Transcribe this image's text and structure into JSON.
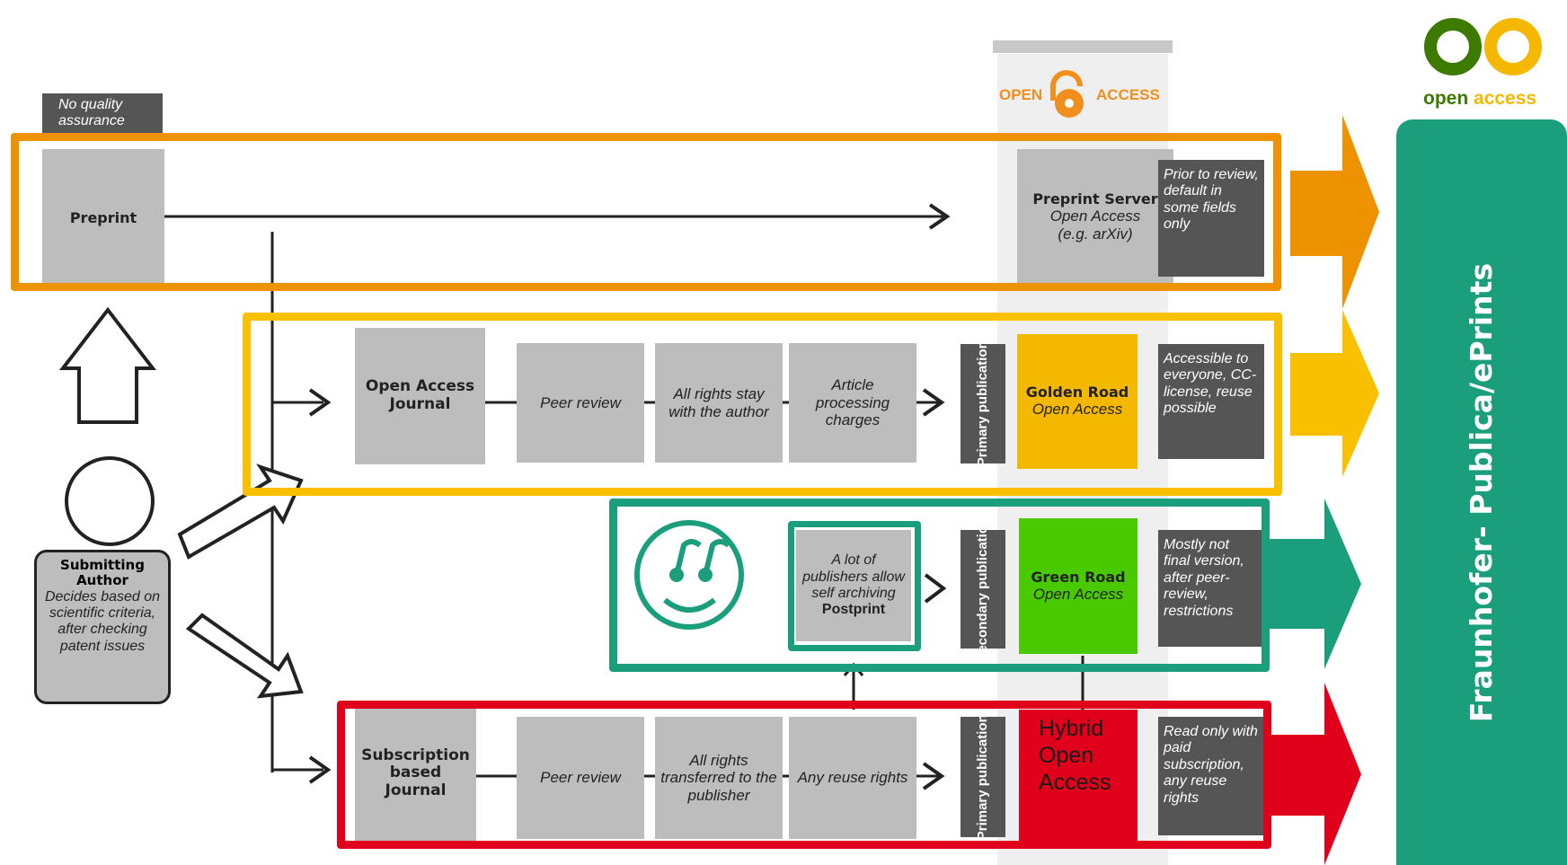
{
  "oa_badge": {
    "text": "OPEN ACCESS",
    "left_word": "OPEN",
    "right_word": "ACCESS"
  },
  "logo": {
    "text_open": "open",
    "text_access": "access"
  },
  "side_banner": {
    "text": "Fraunhofer- Publica/ePrints",
    "color": "#1a9e7c"
  },
  "no_quality": "No quality assurance",
  "preprint": "Preprint",
  "preprint_server": {
    "title": "Preprint Server",
    "sub": "Open Access",
    "example": "(e.g. arXiv)"
  },
  "preprint_note": "Prior to review, default in some fields only",
  "author": {
    "title": "Submitting Author",
    "desc": "Decides based on scientific criteria, after checking patent issues"
  },
  "golden": {
    "journal": "Open Access Journal",
    "steps": [
      "Peer review",
      "All rights stay with the author",
      "Article processing charges"
    ],
    "pub_label": "Primary publication",
    "road_title": "Golden Road",
    "road_sub": "Open Access",
    "note": "Accessible to everyone, CC-license, reuse possible",
    "color": "#f5b800"
  },
  "green": {
    "postprint_text": "A lot of publishers allow self archiving",
    "postprint_bold": "Postprint",
    "pub_label": "Secondary publication",
    "road_title": "Green Road",
    "road_sub": "Open Access",
    "note": "Mostly not final version, after peer-review, restrictions",
    "color": "#49c900"
  },
  "subscription": {
    "journal": "Subscription based Journal",
    "steps": [
      "Peer review",
      "All rights transferred to the publisher",
      "Any reuse rights"
    ],
    "pub_label": "Primary publication",
    "hybrid": "Hybrid Open Access",
    "note": "Read only with paid subscription, any reuse rights",
    "color": "#e0001b"
  },
  "colors": {
    "orange": "#ee9200",
    "yellow": "#f9c000",
    "teal": "#1a9e7c",
    "red": "#e0001b"
  }
}
